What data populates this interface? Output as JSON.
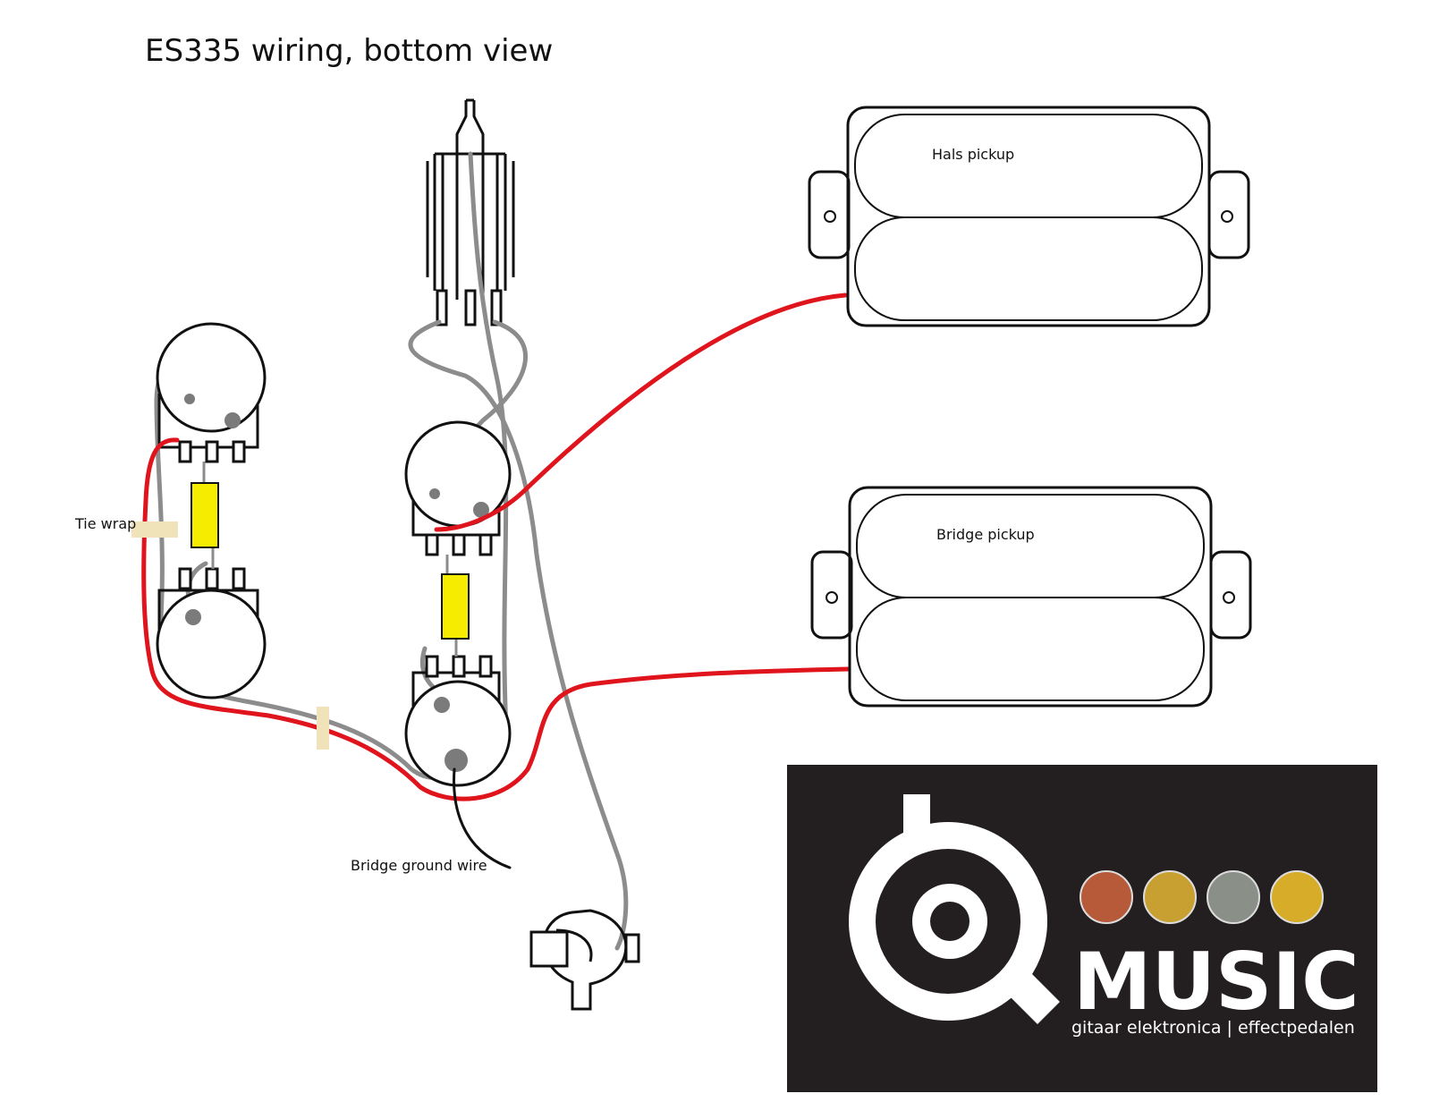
{
  "title": "ES335 wiring, bottom view",
  "labels": {
    "neck_pickup": "Hals pickup",
    "bridge_pickup": "Bridge pickup",
    "tie_wrap": "Tie wrap",
    "bridge_ground": "Bridge ground wire"
  },
  "logo": {
    "brand": "MUSIC",
    "tagline": "gitaar elektronica | effectpedalen"
  },
  "colors": {
    "hot_wire": "#e0141c",
    "shield_wire": "#8c8c8c",
    "capacitor": "#f5ec00",
    "tie_wrap": "#f1e3b9",
    "logo_background": "#231f20"
  }
}
